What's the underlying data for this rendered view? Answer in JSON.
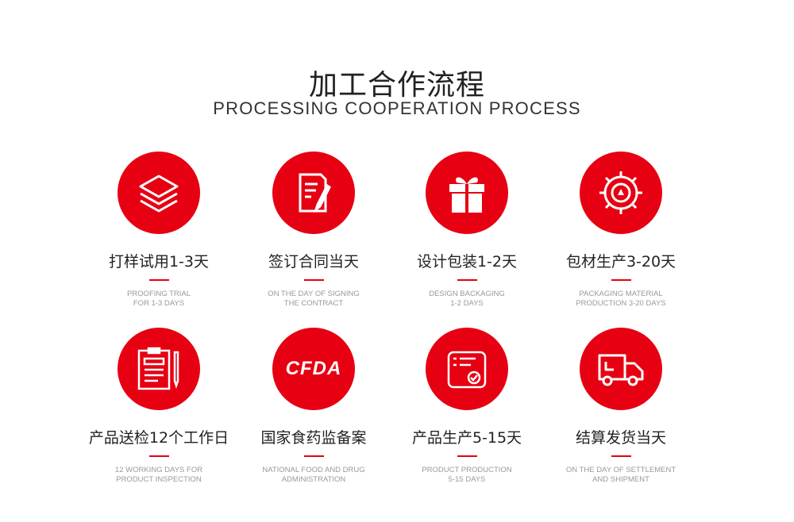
{
  "header": {
    "title": "加工合作流程",
    "subtitle": "PROCESSING COOPERATION PROCESS"
  },
  "accent": "#e60012",
  "steps": [
    {
      "icon": "layers-icon",
      "name": "打样试用1-3天",
      "desc": "PROOFING TRIAL\nFOR 1-3 DAYS"
    },
    {
      "icon": "contract-sign-icon",
      "name": "签订合同当天",
      "desc": "ON THE DAY OF SIGNING\nTHE CONTRACT"
    },
    {
      "icon": "gift-box-icon",
      "name": "设计包装1-2天",
      "desc": "DESIGN BACKAGING\n1-2 DAYS"
    },
    {
      "icon": "gear-icon",
      "name": "包材生产3-20天",
      "desc": "PACKAGING MATERIAL\nPRODUCTION 3-20 DAYS"
    },
    {
      "icon": "clipboard-icon",
      "name": "产品送检12个工作日",
      "desc": "12 WORKING DAYS FOR\nPRODUCT INSPECTION"
    },
    {
      "icon": "cfda-logo-icon",
      "name": "国家食药监备案",
      "desc": "NATIONAL FOOD AND DRUG\nADMINISTRATION",
      "logo_text": "CFDA"
    },
    {
      "icon": "checklist-icon",
      "name": "产品生产5-15天",
      "desc": "PRODUCT PRODUCTION\n5-15 DAYS"
    },
    {
      "icon": "truck-icon",
      "name": "结算发货当天",
      "desc": "ON THE DAY OF SETTLEMENT\nAND SHIPMENT"
    }
  ]
}
